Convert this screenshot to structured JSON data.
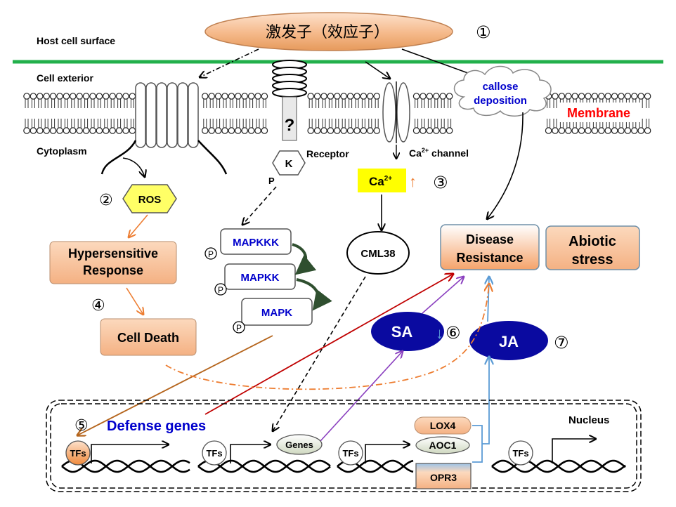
{
  "labels": {
    "host_cell_surface": "Host cell surface",
    "cell_exterior": "Cell exterior",
    "cytoplasm": "Cytoplasm",
    "membrane": "Membrane",
    "receptor": "Receptor",
    "ca_channel_prefix": "Ca",
    "ca_channel_sup": "2+",
    "ca_channel_suffix": " channel",
    "nucleus": "Nucleus",
    "defense_genes": "Defense genes"
  },
  "elicitor": {
    "text": "激发子（效应子）",
    "number": "①"
  },
  "ros": {
    "text": "ROS",
    "number": "②"
  },
  "calcium": {
    "text": "Ca",
    "sup": "2+",
    "number": "③",
    "up_arrow": "↑"
  },
  "hypersensitive": {
    "line1": "Hypersensitive",
    "line2": "Response",
    "number": "④"
  },
  "cell_death": "Cell Death",
  "callose": {
    "line1": "callose",
    "line2": "deposition"
  },
  "receptor_parts": {
    "question": "?",
    "kinase": "K",
    "phospho": "P"
  },
  "mapk_cascade": [
    {
      "label": "MAPKKK",
      "phospho": "P"
    },
    {
      "label": "MAPKK",
      "phospho": "P"
    },
    {
      "label": "MAPK",
      "phospho": "P"
    }
  ],
  "cml38": "CML38",
  "disease_resistance": {
    "line1": "Disease",
    "line2": "Resistance"
  },
  "abiotic_stress": {
    "line1": "Abiotic",
    "line2": "stress"
  },
  "sa": {
    "text": "SA",
    "number": "⑥",
    "down_arrow": "↓"
  },
  "ja": {
    "text": "JA",
    "number": "⑦"
  },
  "tfs_number": "⑤",
  "tfs": [
    "TFs",
    "TFs",
    "TFs",
    "TFs"
  ],
  "genes": "Genes",
  "ja_genes": [
    "LOX4",
    "AOC1",
    "OPR3"
  ],
  "colors": {
    "membrane_line": "#22b04b",
    "orange_box": "#f7c59f",
    "sa_ja_fill": "#0a0aa0",
    "ca_fill": "#ffff00",
    "ros_fill": "#ffff66",
    "blue_text": "#0000cc",
    "red_text": "#ff0000",
    "purple_arrow": "#8a3fbf",
    "red_arrow": "#c00000",
    "brown_arrow": "#b5651d",
    "orange_arrow": "#ed7d31",
    "light_blue_arrow": "#5b9bd5"
  }
}
